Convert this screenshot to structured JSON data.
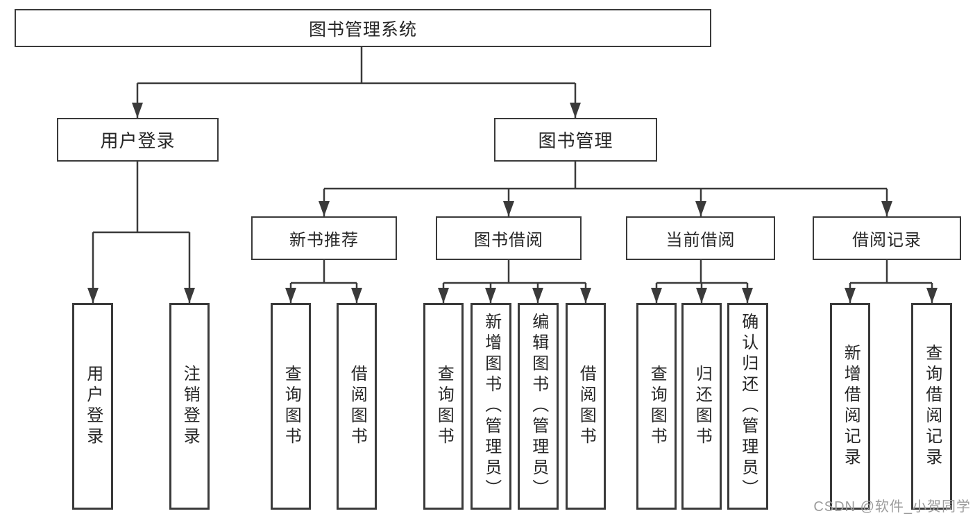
{
  "watermark": "CSDN @软件_小贺同学",
  "diagram": {
    "type": "tree",
    "root": {
      "label": "图书管理系统"
    },
    "branches": [
      {
        "label": "用户登录",
        "children": [
          {
            "label": "用户登录"
          },
          {
            "label": "注销登录"
          }
        ]
      },
      {
        "label": "图书管理",
        "children": [
          {
            "label": "新书推荐",
            "children": [
              {
                "label": "查询图书"
              },
              {
                "label": "借阅图书"
              }
            ]
          },
          {
            "label": "图书借阅",
            "children": [
              {
                "label": "查询图书"
              },
              {
                "label": "新增图书（管理员）"
              },
              {
                "label": "编辑图书（管理员）"
              },
              {
                "label": "借阅图书"
              }
            ]
          },
          {
            "label": "当前借阅",
            "children": [
              {
                "label": "查询图书"
              },
              {
                "label": "归还图书"
              },
              {
                "label": "确认归还（管理员）"
              }
            ]
          },
          {
            "label": "借阅记录",
            "children": [
              {
                "label": "新增借阅记录"
              },
              {
                "label": "查询借阅记录"
              }
            ]
          }
        ]
      }
    ]
  }
}
